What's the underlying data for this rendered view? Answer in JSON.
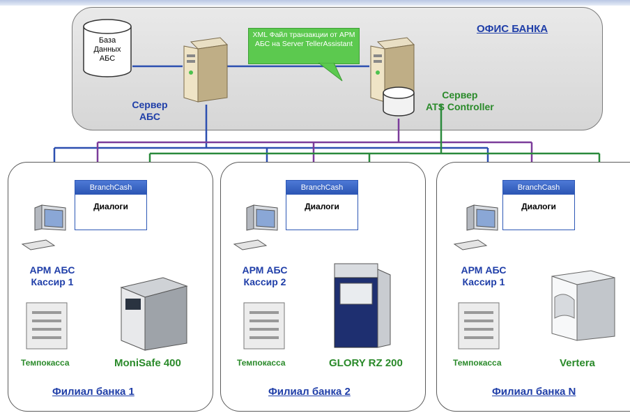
{
  "office": {
    "title": "ОФИС БАНКА"
  },
  "database": {
    "label_lines": [
      "База",
      "Данных",
      "АБС"
    ]
  },
  "callout": {
    "text": "XML Файл транзакции от АРМ АБС на Server TellerAssistant"
  },
  "server_abs": {
    "label_lines": [
      "Сервер",
      "АБС"
    ]
  },
  "server_ats": {
    "label_lines": [
      "Сервер",
      "ATS Controller"
    ]
  },
  "branches": [
    {
      "title": "Филиал банка 1",
      "app_title": "BranchCash",
      "app_body": "Диалоги",
      "workstation": [
        "АРМ АБС",
        "Кассир 1"
      ],
      "tempo": "Темпокасса",
      "device": "MoniSafe 400"
    },
    {
      "title": "Филиал банка 2",
      "app_title": "BranchCash",
      "app_body": "Диалоги",
      "workstation": [
        "АРМ АБС",
        "Кассир 2"
      ],
      "tempo": "Темпокасса",
      "device": "GLORY RZ 200"
    },
    {
      "title": "Филиал банка N",
      "app_title": "BranchCash",
      "app_body": "Диалоги",
      "workstation": [
        "АРМ АБС",
        "Кассир 1"
      ],
      "tempo": "Темпокасса",
      "device": "Vertera"
    }
  ],
  "colors": {
    "abs_line": "#2c4fb0",
    "branchcash_line": "#7b3c9a",
    "ats_line": "#2a8a3c",
    "label_blue": "#1f3ea8",
    "label_green": "#2a8a2a"
  }
}
